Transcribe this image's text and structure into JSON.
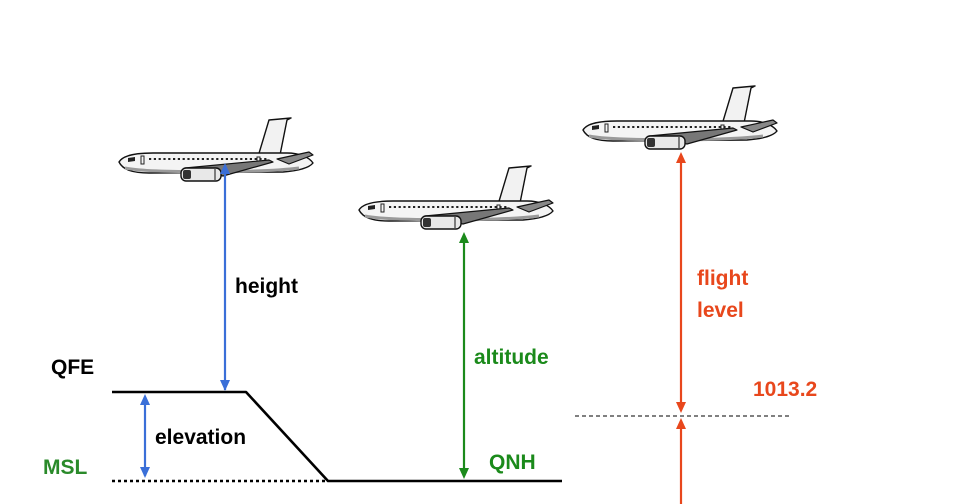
{
  "labels": {
    "height": "height",
    "elevation": "elevation",
    "altitude": "altitude",
    "flight_level_1": "flight",
    "flight_level_2": "level",
    "qfe": "QFE",
    "msl": "MSL",
    "qnh": "QNH",
    "standard_pressure": "1013.2"
  },
  "colors": {
    "height": "#3a6fd8",
    "altitude": "#1b8a1b",
    "flight_level": "#e8471c",
    "ground": "#000000",
    "msl_label": "#2a8a2a"
  },
  "icons": {
    "aircraft": "airliner-side-view-icon"
  }
}
